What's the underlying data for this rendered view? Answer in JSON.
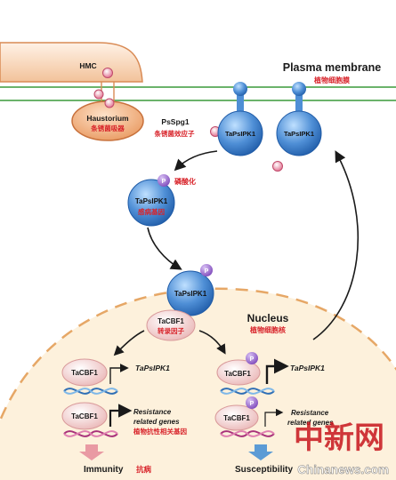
{
  "membrane": {
    "label": "Plasma membrane",
    "label_zh": "植物细胞膜"
  },
  "hmc": {
    "label": "HMC"
  },
  "haustorium": {
    "label": "Haustorium",
    "label_zh": "条锈菌吸器"
  },
  "effector": {
    "label": "PsSpg1",
    "label_zh": "条锈菌效应子"
  },
  "receptors": [
    {
      "label": "TaPsIPK1"
    },
    {
      "label": "TaPsIPK1"
    }
  ],
  "phosphorylation": {
    "label_zh": "磷酸化",
    "p_label": "P"
  },
  "kinase_cytoplasm": {
    "label": "TaPsIPK1",
    "label_zh": "感病基因"
  },
  "kinase_nucleus": {
    "label": "TaPsIPK1",
    "p_label": "P"
  },
  "tf": {
    "label": "TaCBF1",
    "label_zh": "转录因子"
  },
  "nucleus": {
    "label": "Nucleus",
    "label_zh": "植物细胞核"
  },
  "left_column": {
    "row1_tf": "TaCBF1",
    "row1_gene": "TaPsIPK1",
    "row2_tf": "TaCBF1",
    "row2_gene_1": "Resistance",
    "row2_gene_2": "related genes",
    "row2_gene_zh": "植物抗性相关基因",
    "outcome": "Immunity",
    "outcome_zh": "抗病"
  },
  "right_column": {
    "row1_tf": "TaCBF1",
    "row1_gene": "TaPsIPK1",
    "row1_p": "P",
    "row2_tf": "TaCBF1",
    "row2_gene_1": "Resistance",
    "row2_gene_2": "related genes",
    "row2_p": "P",
    "outcome": "Susceptibility"
  },
  "watermark": {
    "logo": "中新网",
    "url": "Chinanews.com"
  },
  "colors": {
    "membrane_line": "#3a9a3a",
    "nucleus_fill": "#fdf1dc",
    "nucleus_border": "#e6a766",
    "receptor_blue": "#4f8fd6",
    "phospho_purple": "#8a5bc4",
    "tf_pink": "#f2b7b7",
    "hmc_orange": "#e8955a",
    "chinese_red": "#d8232a",
    "arrow_pink": "#e99aa3",
    "arrow_blue": "#5b9bd5"
  }
}
